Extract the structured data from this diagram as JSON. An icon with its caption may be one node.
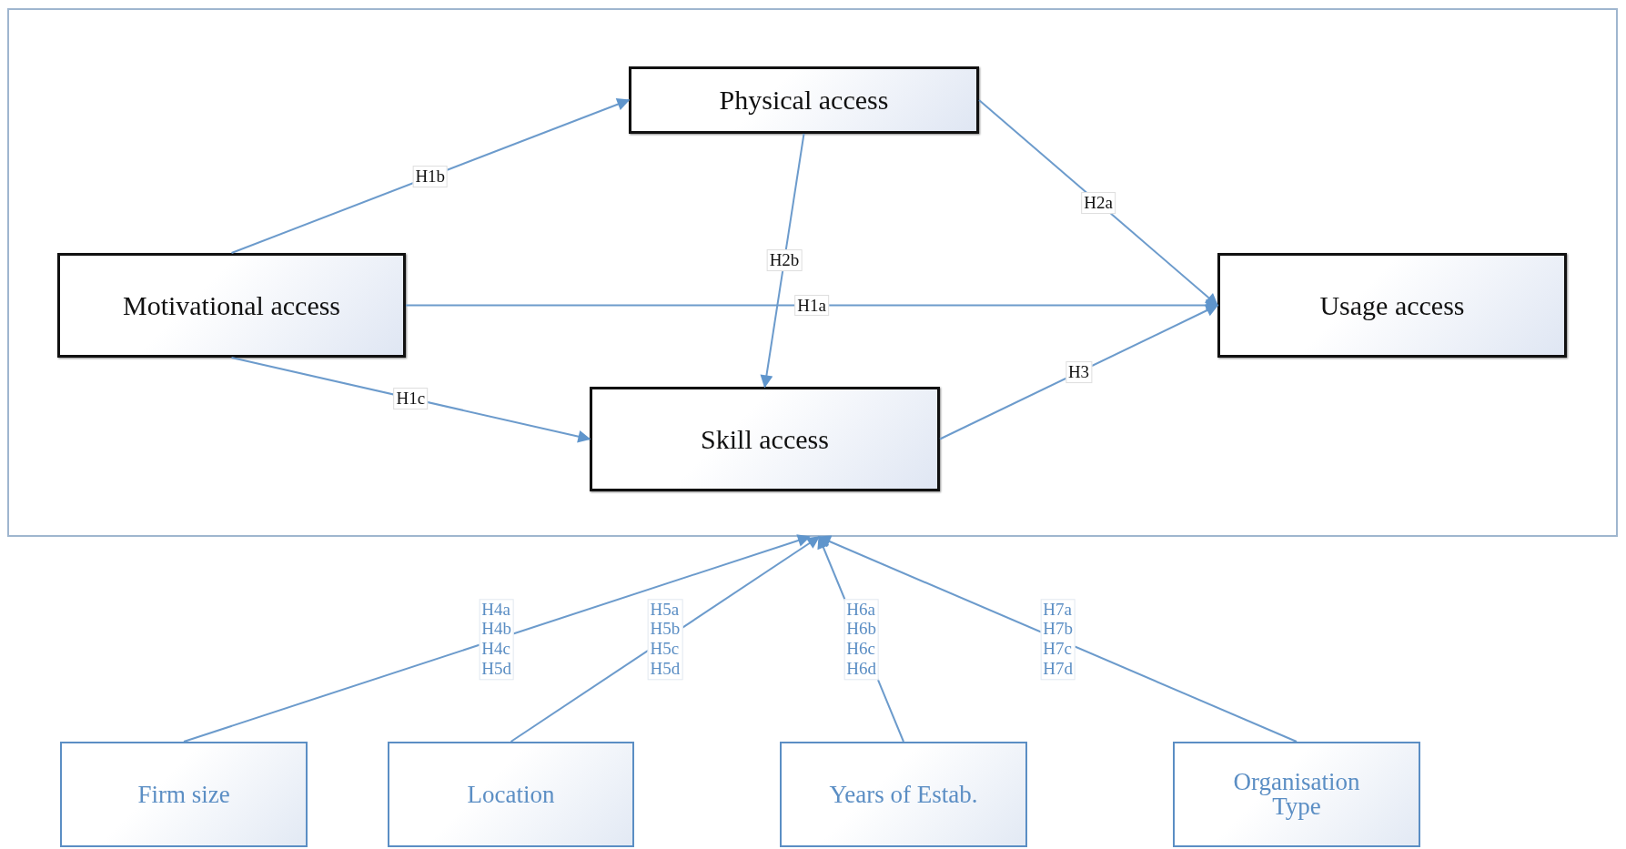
{
  "diagram": {
    "nodes": [
      {
        "text": [],
        "shape": "box"
      },
      {
        "text": [
          "Physical access"
        ],
        "in": 0
      },
      {
        "text": [
          "Motivational access"
        ],
        "in": 0
      },
      {
        "text": [
          "Usage access"
        ],
        "in": 0
      },
      {
        "text": [
          "Skill access"
        ],
        "in": 0
      },
      {
        "text": [
          "Firm size"
        ]
      },
      {
        "text": [
          "Location"
        ]
      },
      {
        "text": [
          "Years of Estab."
        ]
      },
      {
        "text": [
          "Organisation Type"
        ]
      }
    ],
    "edges": [
      {
        "from": 2,
        "to": 1,
        "arrow": "to",
        "label": "H1b"
      },
      {
        "from": 2,
        "to": 3,
        "arrow": "to",
        "label": "H1a"
      },
      {
        "from": 2,
        "to": 4,
        "arrow": "to",
        "label": "H1c"
      },
      {
        "from": 1,
        "to": 4,
        "arrow": "to",
        "label": "H2b"
      },
      {
        "from": 1,
        "to": 3,
        "arrow": "to",
        "label": "H2a"
      },
      {
        "from": 4,
        "to": 3,
        "arrow": "to",
        "label": "H3"
      },
      {
        "from": 5,
        "to": 0,
        "arrow": "to",
        "label": "H4a H4b H4c H5d"
      },
      {
        "from": 6,
        "to": 0,
        "arrow": "to",
        "label": "H5a H5b H5c H5d"
      },
      {
        "from": 7,
        "to": 0,
        "arrow": "to",
        "label": "H6a H6b H6c H6d"
      },
      {
        "from": 8,
        "to": 0,
        "arrow": "to",
        "label": "H7a H7b H7c H7d"
      }
    ]
  }
}
